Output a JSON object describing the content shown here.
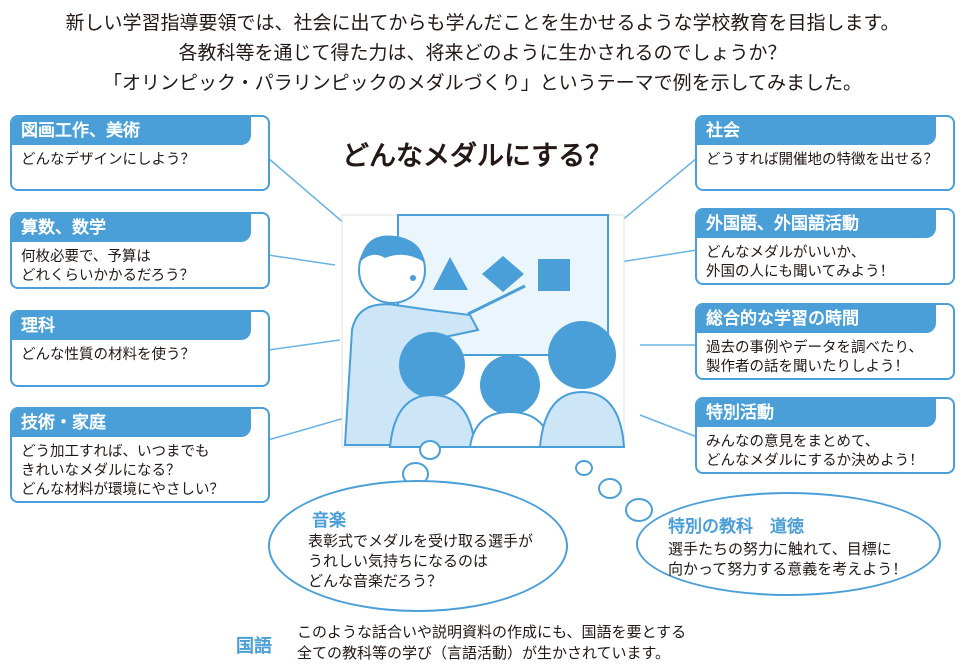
{
  "intro": [
    "新しい学習指導要領では、社会に出てからも学んだことを生かせるような学校教育を目指します。",
    "各教科等を通じて得た力は、将来どのように生かされるのでしょうか？",
    "「オリンピック・パラリンピックのメダルづくり」というテーマで例を示してみました。"
  ],
  "main_question": "どんなメダルにする？",
  "left_boxes": [
    {
      "title": "図画工作、美術",
      "body": "どんなデザインにしよう？"
    },
    {
      "title": "算数、数学",
      "body": "何枚必要で、予算は\nどれくらいかかるだろう？"
    },
    {
      "title": "理科",
      "body": "どんな性質の材料を使う？"
    },
    {
      "title": "技術・家庭",
      "body": "どう加工すれば、いつまでも\nきれいなメダルになる？\nどんな材料が環境にやさしい？"
    }
  ],
  "right_boxes": [
    {
      "title": "社会",
      "body": "どうすれば開催地の特徴を出せる？"
    },
    {
      "title": "外国語、外国語活動",
      "body": "どんなメダルがいいか、\n外国の人にも聞いてみよう！"
    },
    {
      "title": "総合的な学習の時間",
      "body": "過去の事例やデータを調べたり、\n製作者の話を聞いたりしよう！"
    },
    {
      "title": "特別活動",
      "body": "みんなの意見をまとめて、\nどんなメダルにするか決めよう！"
    }
  ],
  "bubbles": [
    {
      "title": "音楽",
      "body": "表彰式でメダルを受け取る選手が\nうれしい気持ちになるのは\nどんな音楽だろう？"
    },
    {
      "title": "特別の教科　道徳",
      "body": "選手たちの努力に触れて、目標に\n向かって努力する意義を考えよう！"
    }
  ],
  "kokugo": {
    "label": "国語",
    "body": "このような話合いや説明資料の作成にも、国語を要とする\n全ての教科等の学び（言語活動）が生かされています。"
  },
  "colors": {
    "accent": "#4a9fd8",
    "light": "#cde6f7",
    "text": "#231815"
  }
}
